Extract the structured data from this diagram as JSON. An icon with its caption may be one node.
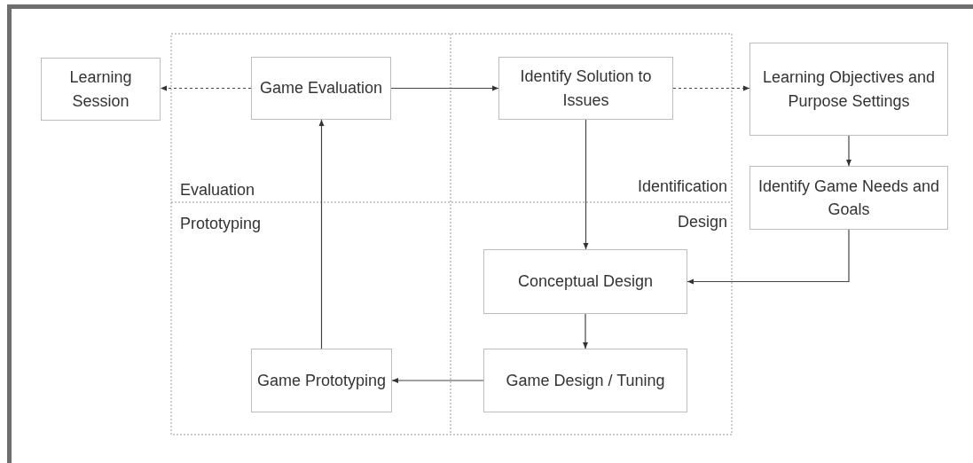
{
  "diagram": {
    "nodes": [
      {
        "text": [
          "Learning Session"
        ]
      },
      {
        "text": [
          "Game Evaluation"
        ]
      },
      {
        "text": [
          "Identify Solution to Issues"
        ]
      },
      {
        "text": [
          "Learning Objectives and Purpose Settings"
        ]
      },
      {
        "text": [
          "Identify Game Needs and Goals"
        ]
      },
      {
        "text": [
          "Conceptual Design"
        ]
      },
      {
        "text": [
          "Game Design / Tuning"
        ]
      },
      {
        "text": [
          "Game Prototyping"
        ]
      }
    ],
    "edges": [
      {
        "from": 1,
        "to": 0,
        "arrow": "to",
        "style": "dashed"
      },
      {
        "from": 1,
        "to": 2,
        "arrow": "to"
      },
      {
        "from": 2,
        "to": 3,
        "arrow": "to",
        "style": "dashed"
      },
      {
        "from": 3,
        "to": 4,
        "arrow": "to"
      },
      {
        "from": 2,
        "to": 5,
        "arrow": "to"
      },
      {
        "from": 4,
        "to": 5,
        "arrow": "to"
      },
      {
        "from": 5,
        "to": 6,
        "arrow": "to"
      },
      {
        "from": 6,
        "to": 7,
        "arrow": "to"
      },
      {
        "from": 7,
        "to": 1,
        "arrow": "to"
      }
    ],
    "labels": [
      "Evaluation",
      "Identification",
      "Prototyping",
      "Design"
    ]
  }
}
